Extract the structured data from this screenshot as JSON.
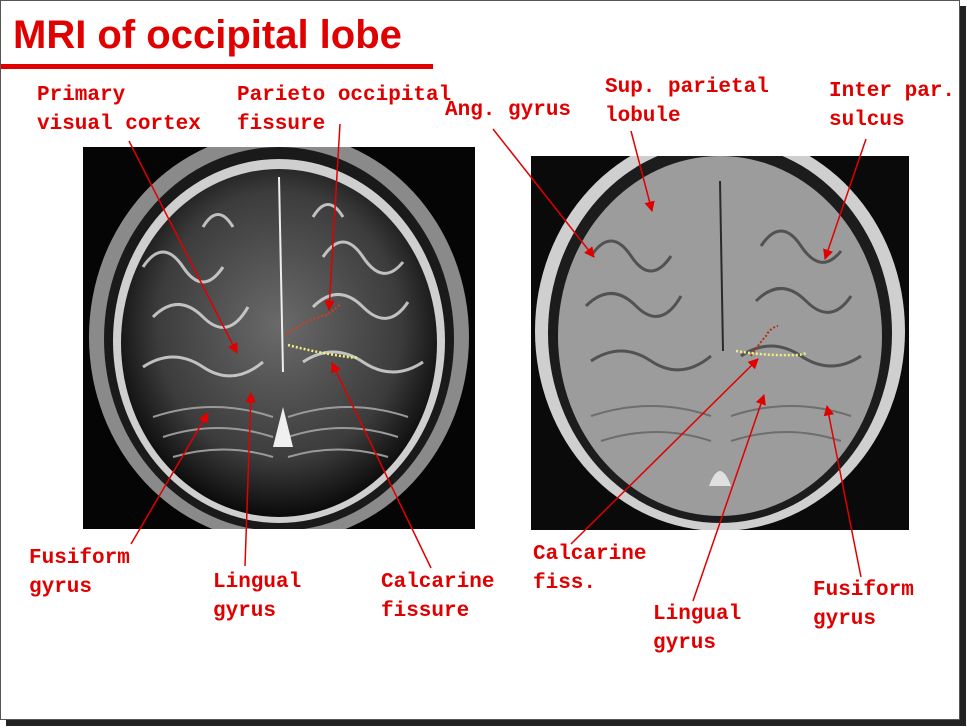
{
  "slide": {
    "title": "MRI of occipital lobe",
    "accent_color": "#e00000",
    "labels": {
      "primary_visual_cortex": "Primary\nvisual cortex",
      "parieto_occipital_fissure": "Parieto occipital\nfissure",
      "left_fusiform_gyrus": "Fusiform\ngyrus",
      "left_lingual_gyrus": "Lingual\ngyrus",
      "left_calcarine_fissure": "Calcarine\nfissure",
      "ang_gyrus": "Ang. gyrus",
      "sup_parietal_lobule": "Sup. parietal\nlobule",
      "inter_par_sulcus": "Inter par.\nsulcus",
      "right_calcarine_fiss": "Calcarine\nfiss.",
      "right_lingual_gyrus": "Lingual\ngyrus",
      "right_fusiform_gyrus": "Fusiform\ngyrus"
    },
    "images": {
      "left": "t2-coronal-mri",
      "right": "t1-coronal-mri"
    }
  }
}
